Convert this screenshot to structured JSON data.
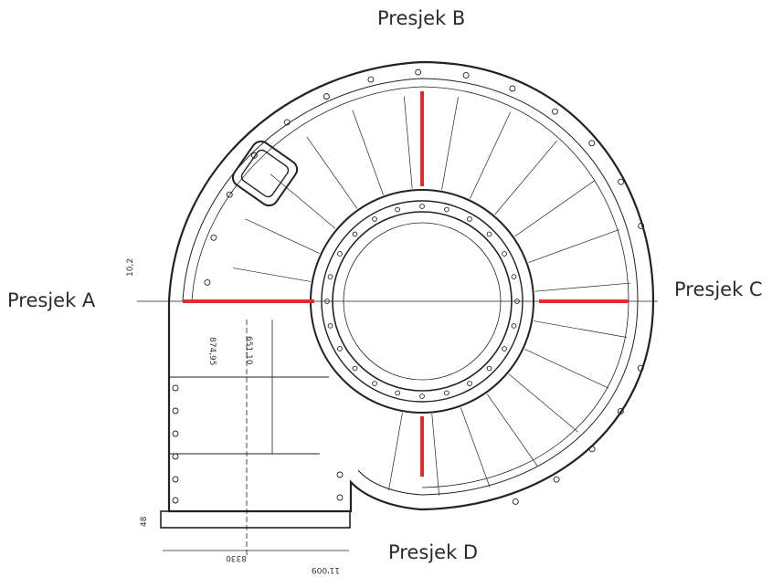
{
  "labels": {
    "section_a": "Presjek A",
    "section_b": "Presjek B",
    "section_c": "Presjek C",
    "section_d": "Presjek D"
  },
  "dimensions": {
    "d1": "10,2",
    "d2": "874,95",
    "d3": "651,10",
    "d4": "48",
    "d5": "8330",
    "d6": "11'009"
  },
  "colors": {
    "section_line": "#e32b2b",
    "drawing_line": "#222222",
    "background": "#ffffff"
  }
}
